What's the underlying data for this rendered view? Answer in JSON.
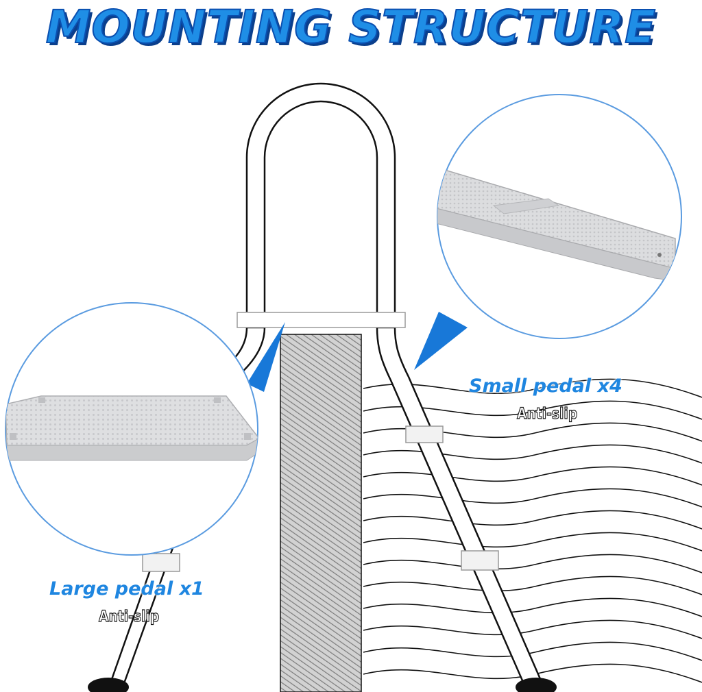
{
  "header": {
    "title": "MOUNTING STRUCTURE"
  },
  "small_pedal": {
    "name": "Small pedal x4",
    "feature": "Anti-slip"
  },
  "large_pedal": {
    "name": "Large pedal x1",
    "feature": "Anti-slip"
  },
  "colors": {
    "title_blue": "#1f8ee6",
    "title_outline": "#0a4fb0",
    "label_blue": "#1f86e0",
    "callout_blue": "#1878d8",
    "circle_border": "#5a9be0",
    "pedal_gray": "#d9dadc",
    "outline": "#111111",
    "wall_hatch": "#8f8f8f"
  },
  "icons": [
    "ladder-illustration",
    "pool-wall-hatch",
    "water-waves",
    "small-pedal-photo",
    "large-pedal-photo"
  ]
}
